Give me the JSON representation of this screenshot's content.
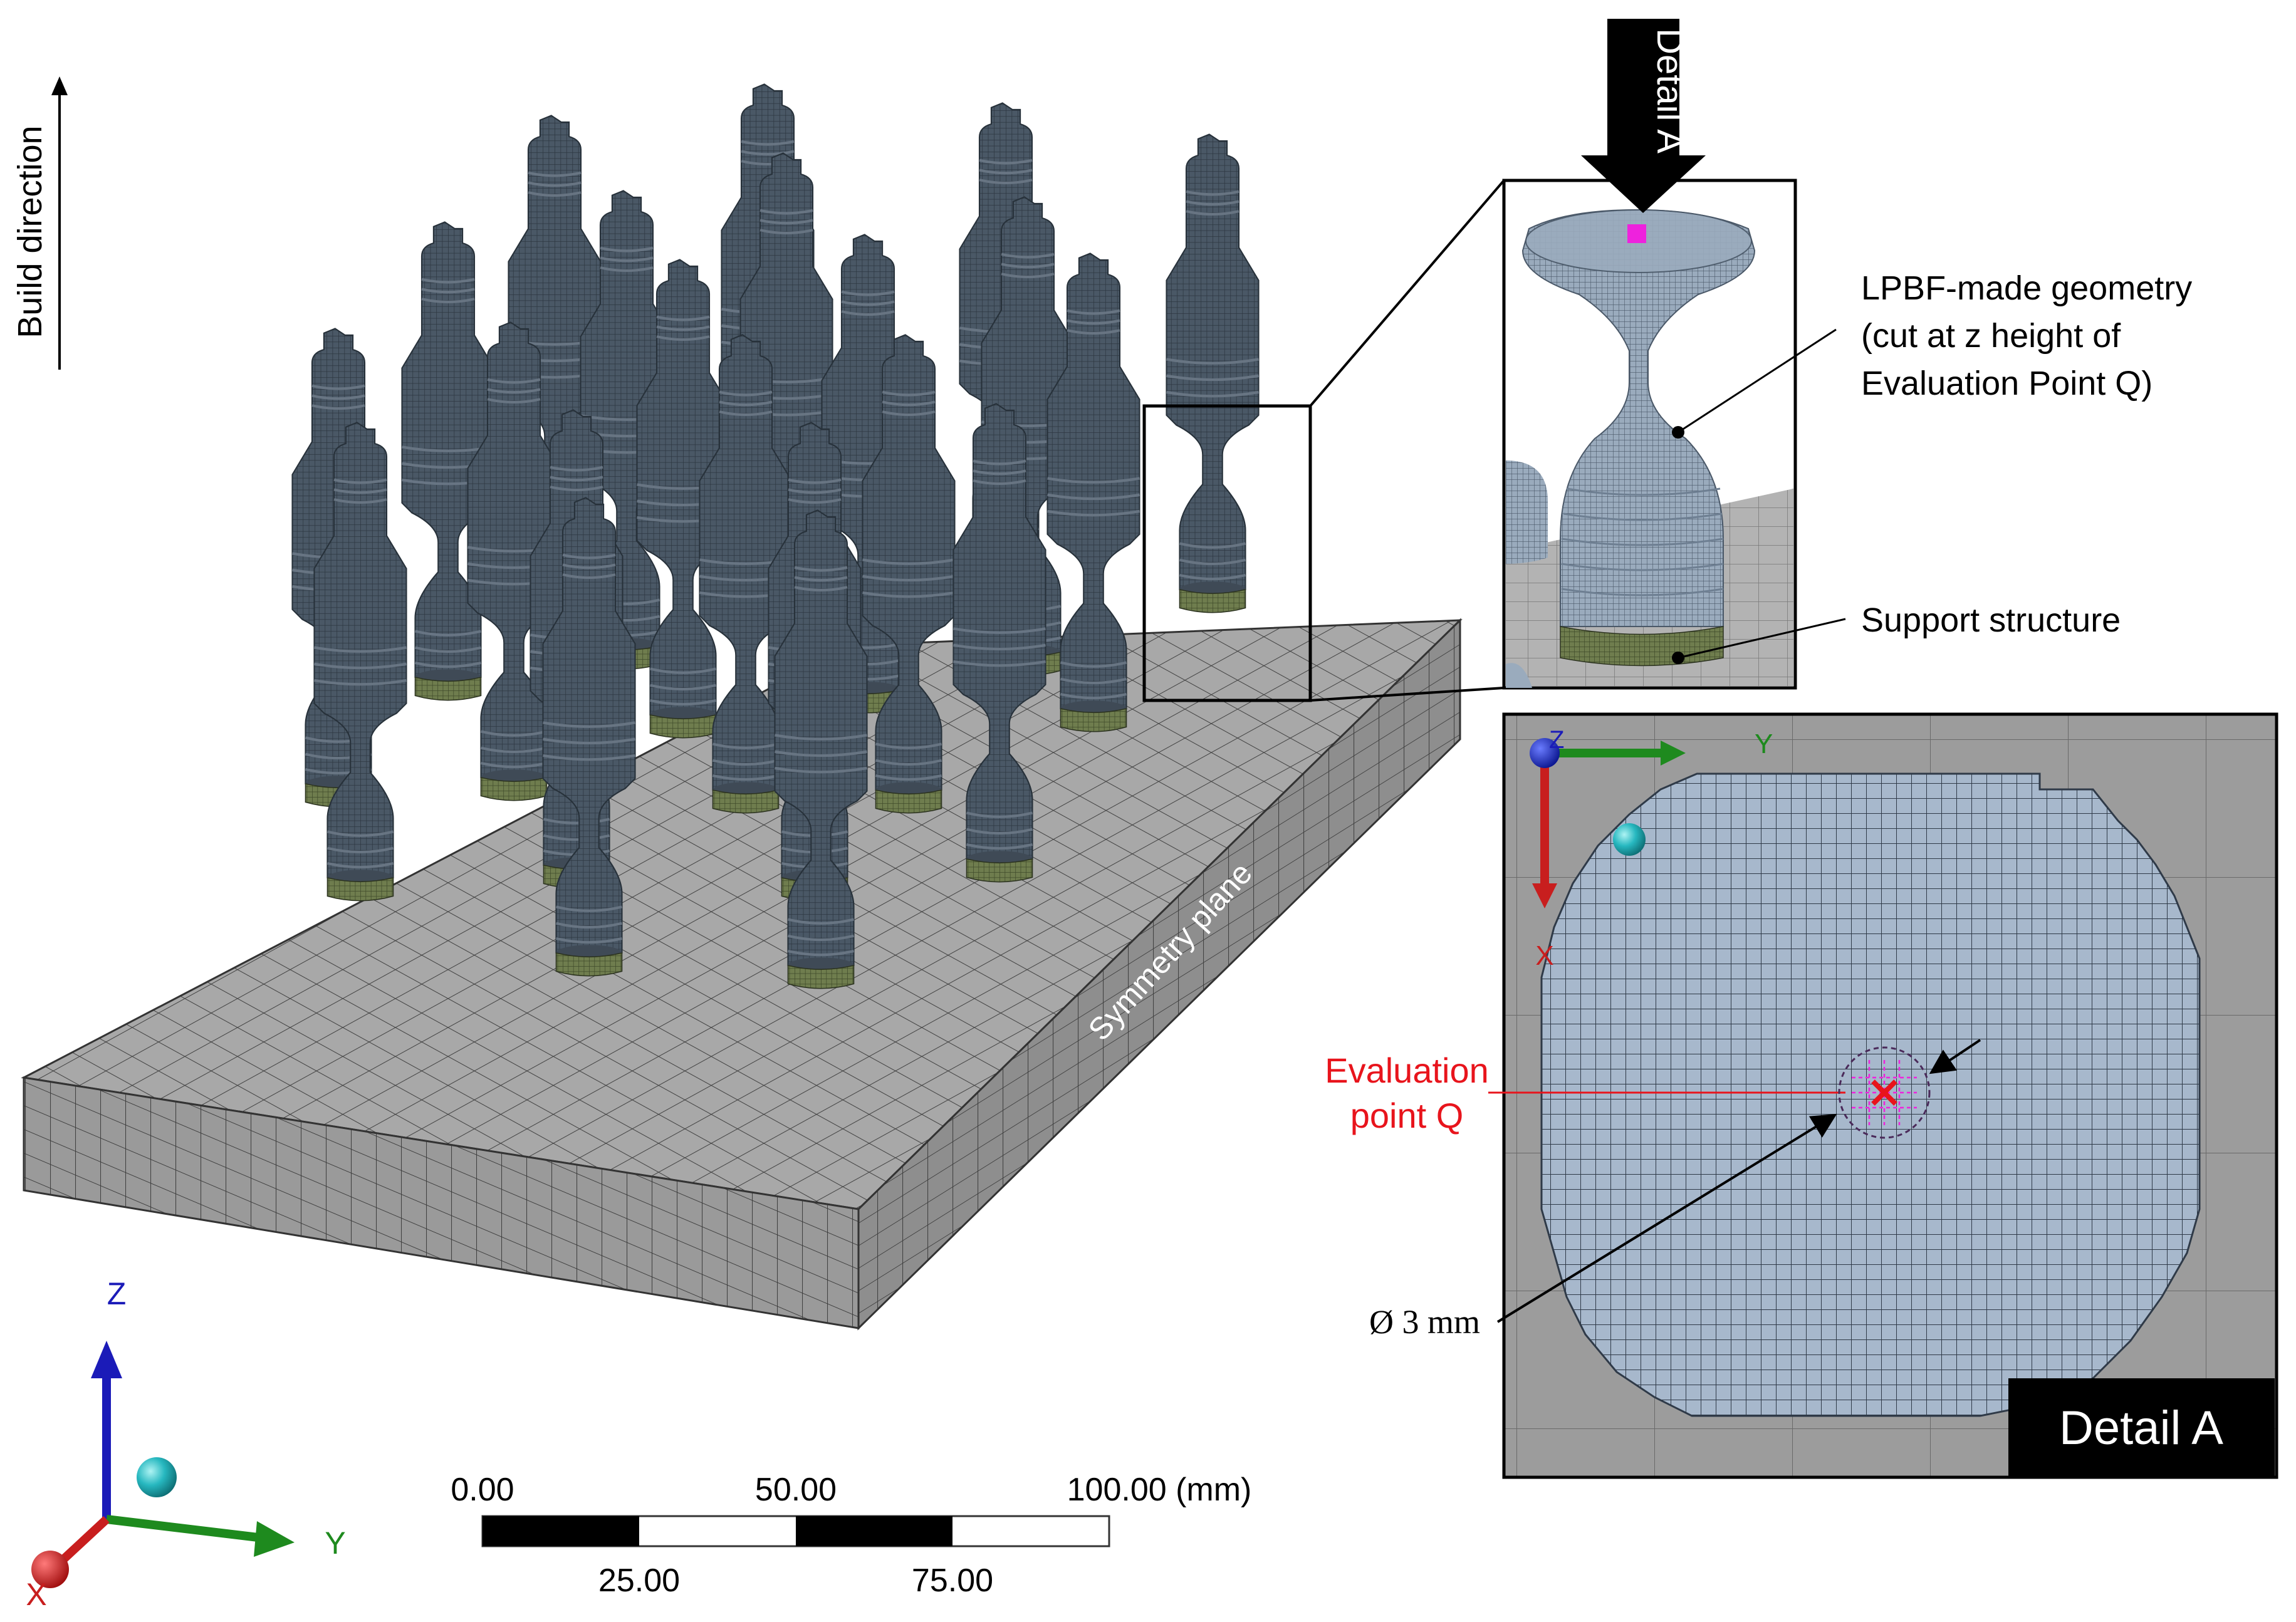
{
  "build_direction": "Build direction",
  "symmetry_plane": "Symmetry plane",
  "detail_arrow_label": "Detail A",
  "detail_tag": "Detail A",
  "annotations": {
    "geometry_lines": [
      "LPBF-made geometry",
      "(cut at z height of",
      "Evaluation Point Q)"
    ],
    "support": "Support structure",
    "eval_lines": [
      "Evaluation",
      "point Q"
    ],
    "diameter": "Ø 3 mm"
  },
  "axes_main": {
    "z": "Z",
    "y": "Y",
    "x": "X"
  },
  "axes_detail": {
    "z": "Z",
    "y": "Y",
    "x": "X"
  },
  "scale_bar": {
    "top": [
      "0.00",
      "50.00",
      "100.00 (mm)"
    ],
    "bottom": [
      "25.00",
      "75.00"
    ]
  },
  "colors": {
    "specimen": "#4a5866",
    "support": "#6f7d4e",
    "plate_top": "#a8a8a8",
    "plate_side": "#9a9a9a",
    "detail_mesh": "#a7b8cc",
    "eval_red": "#e8141c",
    "marker_magenta": "#ee22dd",
    "axis_z": "#1b1bb8",
    "axis_y": "#1e8a1e",
    "axis_x": "#c81e1e"
  }
}
